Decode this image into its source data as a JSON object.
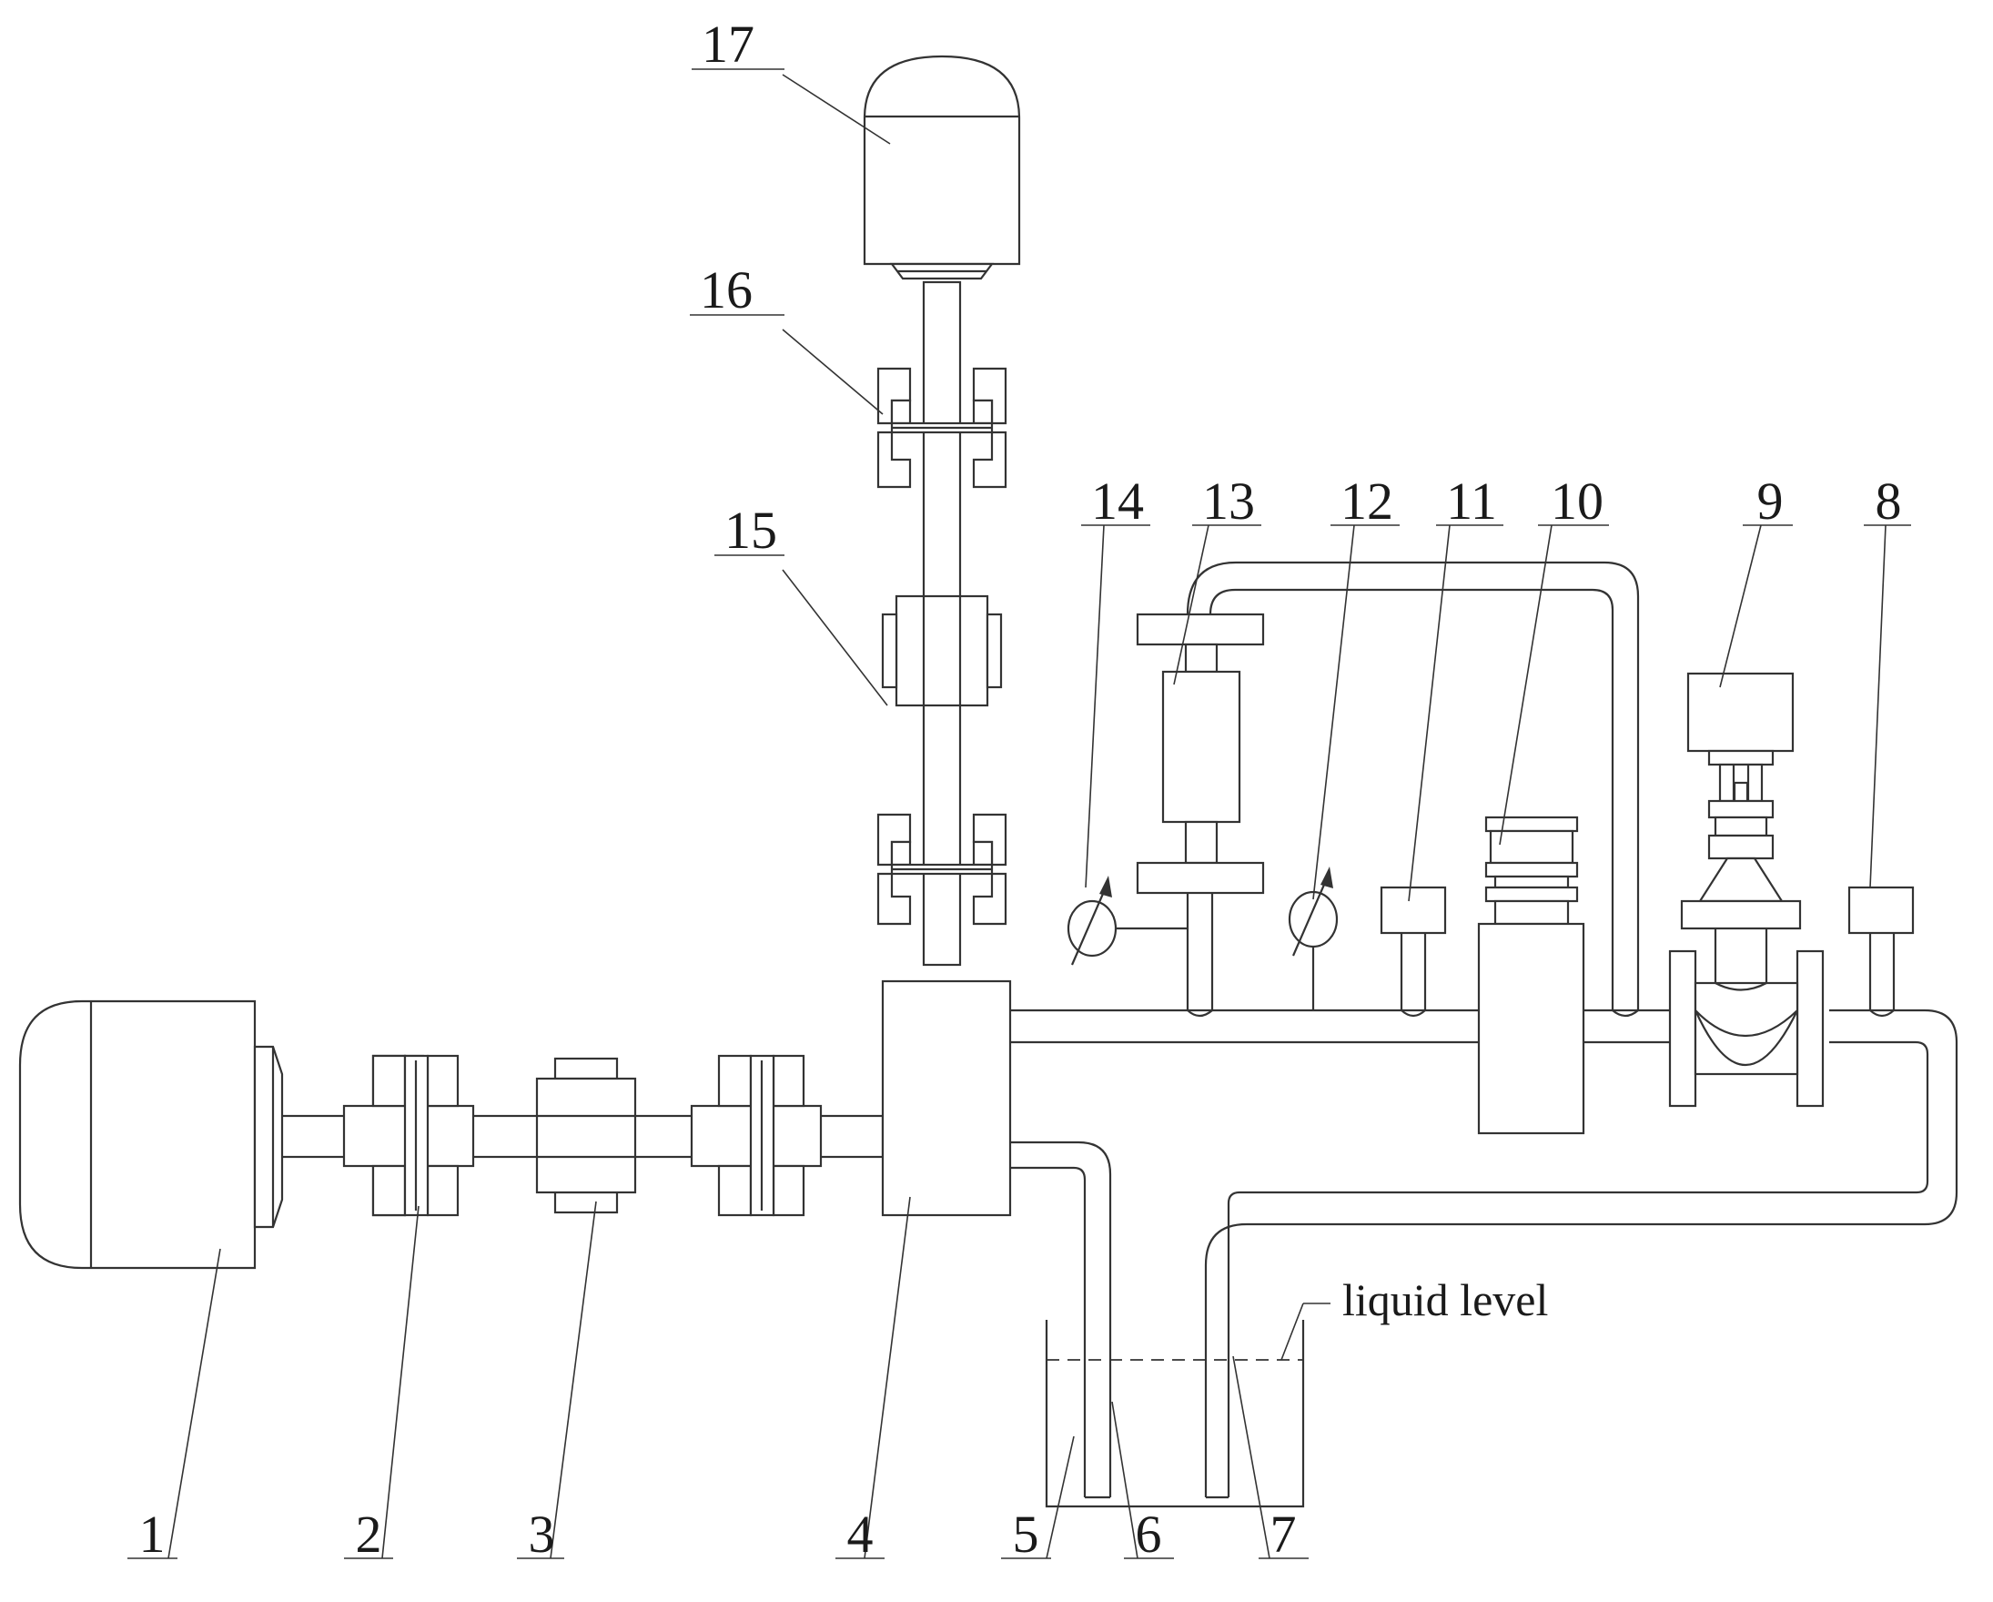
{
  "diagram": {
    "labels": {
      "l1": "1",
      "l2": "2",
      "l3": "3",
      "l4": "4",
      "l5": "5",
      "l6": "6",
      "l7": "7",
      "l8": "8",
      "l9": "9",
      "l10": "10",
      "l11": "11",
      "l12": "12",
      "l13": "13",
      "l14": "14",
      "l15": "15",
      "l16": "16",
      "l17": "17"
    },
    "liquid_level": "liquid level"
  }
}
